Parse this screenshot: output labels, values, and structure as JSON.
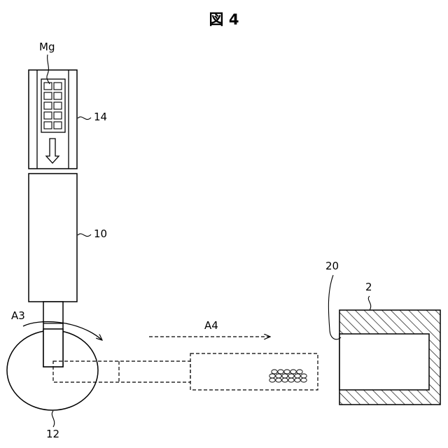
{
  "figure": {
    "title": "図 4"
  },
  "labels": {
    "magazine_mark": "Mg",
    "feeder_ref": "14",
    "body_ref": "10",
    "rotation_arrow": "A3",
    "travel_arrow": "A4",
    "housing_ref": "2",
    "opening_ref": "20",
    "turntable_ref": "12"
  },
  "style": {
    "stroke": "#000000",
    "background": "#ffffff"
  }
}
